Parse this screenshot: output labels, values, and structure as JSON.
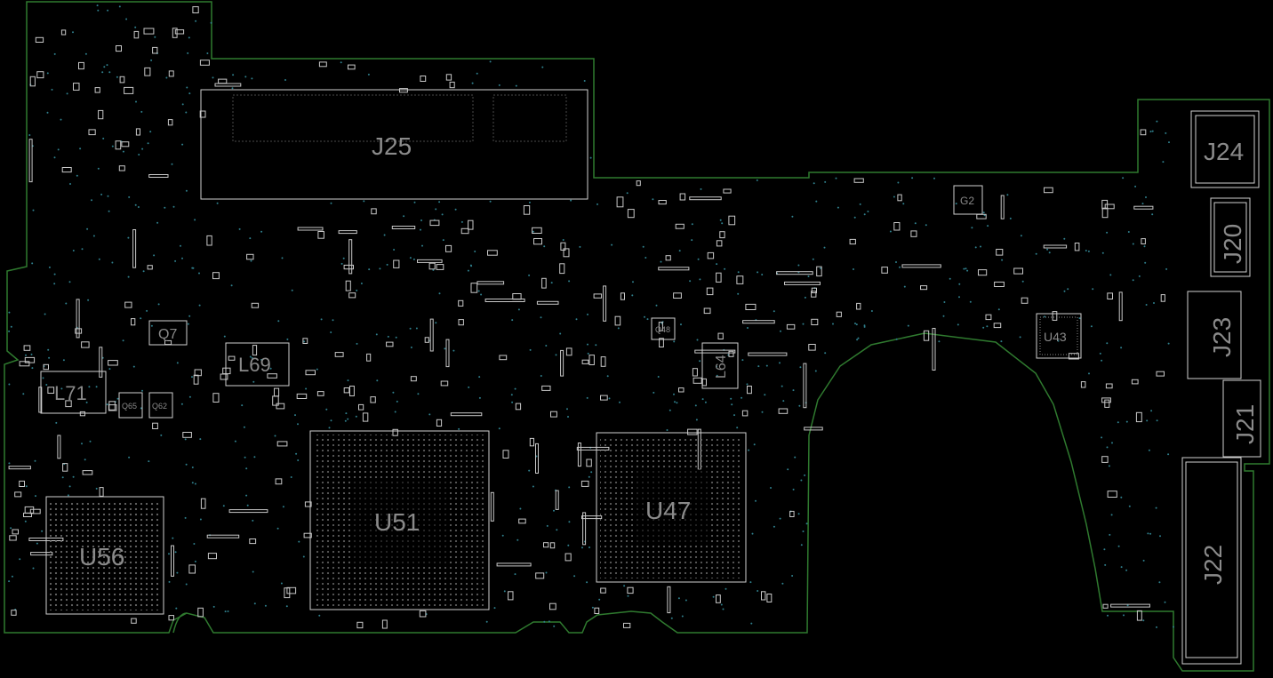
{
  "colors": {
    "background": "#000000",
    "board_outline": "#2f7a2f",
    "silkscreen": "#c9c9c9",
    "label": "#8a8a8a",
    "via": "#2f7f8c"
  },
  "components": {
    "J25": "J25",
    "J24": "J24",
    "J20": "J20",
    "J23": "J23",
    "J21": "J21",
    "J22": "J22",
    "U51": "U51",
    "U47": "U47",
    "U56": "U56",
    "U43": "U43",
    "L71": "L71",
    "L69": "L69",
    "L64": "L64",
    "Q7": "Q7",
    "Q65": "Q65",
    "Q62": "Q62",
    "Q48": "Q48",
    "G2": "G2"
  }
}
